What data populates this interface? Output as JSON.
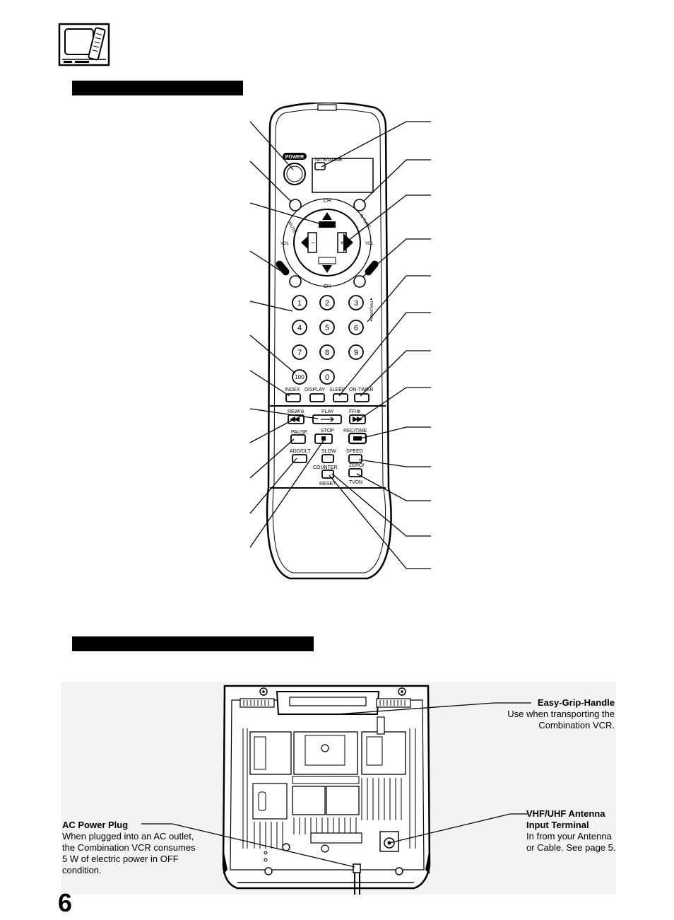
{
  "remote": {
    "buttons": {
      "power": "POWER",
      "nite_game": "NITE/GAME",
      "ch": "CH",
      "vol": "VOL",
      "mute": "MUTE",
      "r_tune": "R-TUNE",
      "minus": "−",
      "plus": "+",
      "digits": [
        "1",
        "2",
        "3",
        "4",
        "5",
        "6",
        "7",
        "8",
        "9",
        "100",
        "0"
      ],
      "index": "INDEX",
      "display": "DISPLAY",
      "sleep": "SLEEP",
      "on_timer": "ON-TIMER",
      "rew": "REW/⊖",
      "play": "PLAY",
      "ff": "FF/⊕",
      "pause": "PAUSE",
      "stop": "STOP",
      "rec_time": "REC/TIME",
      "add_dlt": "ADD/DLT",
      "slow": "SLOW",
      "speed": "SPEED",
      "counter": "COUNTER",
      "reset": "RESET",
      "zero": "ZERO/",
      "tvdn": "TVDN",
      "tracking": "◄TRACKING►"
    }
  },
  "rear": {
    "easy_grip": {
      "title": "Easy-Grip-Handle",
      "text": "Use when transporting the Combination VCR."
    },
    "antenna": {
      "title_1": "VHF/UHF Antenna",
      "title_2": "Input Terminal",
      "text": "In from your Antenna or Cable. See page 5."
    },
    "ac_plug": {
      "title": "AC Power Plug",
      "text": "When plugged into an AC outlet, the Combination VCR consumes 5 W of electric power in OFF condition."
    }
  },
  "page_number": "6"
}
